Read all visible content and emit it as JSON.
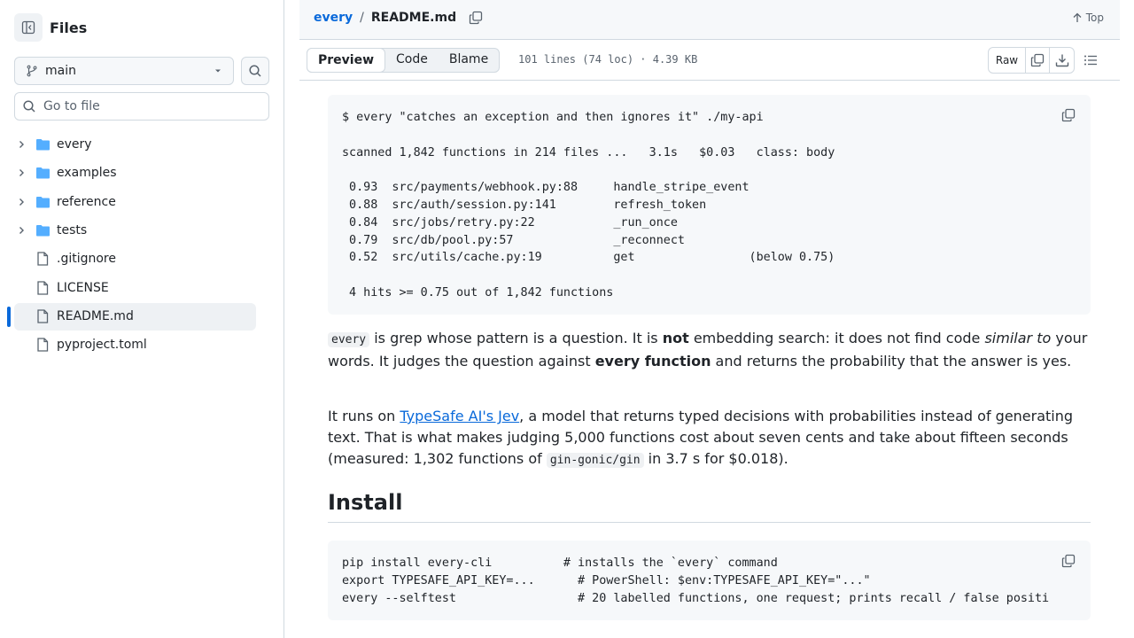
{
  "sidebar": {
    "title": "Files",
    "branch": "main",
    "goto_placeholder": "Go to file",
    "items": [
      {
        "type": "folder",
        "name": "every"
      },
      {
        "type": "folder",
        "name": "examples"
      },
      {
        "type": "folder",
        "name": "reference"
      },
      {
        "type": "folder",
        "name": "tests"
      },
      {
        "type": "file",
        "name": ".gitignore"
      },
      {
        "type": "file",
        "name": "LICENSE"
      },
      {
        "type": "file",
        "name": "README.md",
        "selected": true
      },
      {
        "type": "file",
        "name": "pyproject.toml"
      }
    ]
  },
  "header": {
    "repo": "every",
    "separator": "/",
    "file": "README.md",
    "top_label": "Top"
  },
  "toolbar": {
    "tabs": [
      "Preview",
      "Code",
      "Blame"
    ],
    "active_tab": "Preview",
    "meta": "101 lines (74 loc) · 4.39 KB",
    "raw_label": "Raw"
  },
  "content": {
    "code1": "$ every \"catches an exception and then ignores it\" ./my-api\n\nscanned 1,842 functions in 214 files ...   3.1s   $0.03   class: body\n\n 0.93  src/payments/webhook.py:88     handle_stripe_event\n 0.88  src/auth/session.py:141        refresh_token\n 0.84  src/jobs/retry.py:22           _run_once\n 0.79  src/db/pool.py:57              _reconnect\n 0.52  src/utils/cache.py:19          get                (below 0.75)\n\n 4 hits >= 0.75 out of 1,842 functions",
    "p1": {
      "code": "every",
      "t1": " is grep whose pattern is a question. It is ",
      "b1": "not",
      "t2": " embedding search: it does not find code ",
      "i1": "similar to",
      "t3": " your words. It judges the question against ",
      "b2": "every function",
      "t4": " and returns the probability that the answer is yes."
    },
    "p2": {
      "t1": "It runs on ",
      "link": "TypeSafe AI's Jev",
      "t2": ", a model that returns typed decisions with probabilities instead of generating text. That is what makes judging 5,000 functions cost about seven cents and take about fifteen seconds (measured: 1,302 functions of ",
      "code": "gin-gonic/gin",
      "t3": " in 3.7 s for $0.018)."
    },
    "install_heading": "Install",
    "code2": "pip install every-cli          # installs the `every` command\nexport TYPESAFE_API_KEY=...      # PowerShell: $env:TYPESAFE_API_KEY=\"...\"\nevery --selftest                 # 20 labelled functions, one request; prints recall / false positi"
  },
  "colors": {
    "accent": "#0969da",
    "folder": "#54aeff",
    "border": "#d1d9e0"
  }
}
